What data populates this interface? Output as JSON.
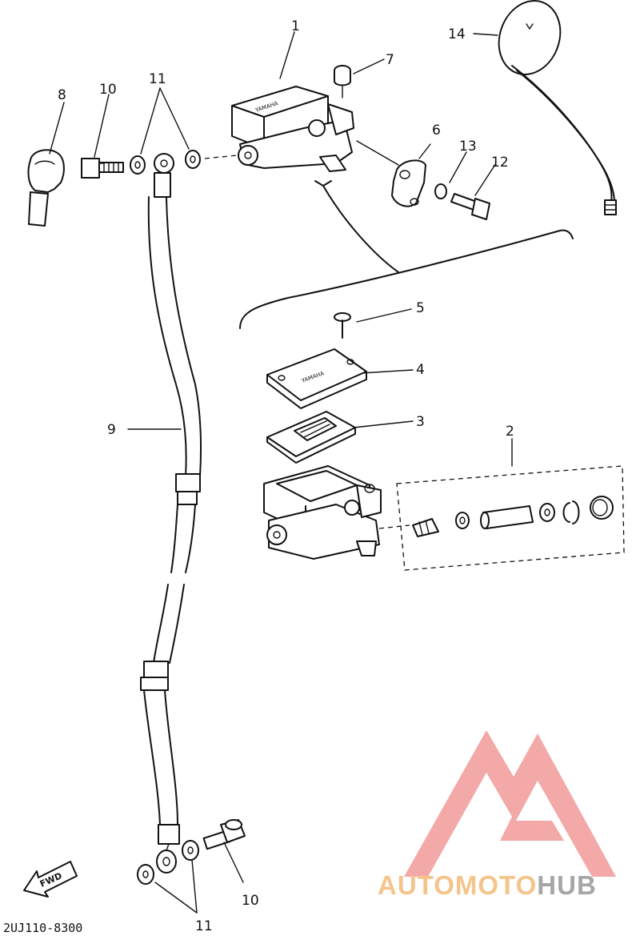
{
  "diagram_code": "2UJ110-8300",
  "fwd_label": "FWD",
  "stamp_text": "YAMAHA",
  "part_numbers": {
    "p1": "1",
    "p2": "2",
    "p3": "3",
    "p4": "4",
    "p5": "5",
    "p6": "6",
    "p7": "7",
    "p8": "8",
    "p9": "9",
    "p10_top": "10",
    "p10_bottom": "10",
    "p11_top": "11",
    "p11_bottom": "11",
    "p12": "12",
    "p13": "13",
    "p14": "14"
  },
  "watermark": {
    "text_part1": "AUTOMOTO",
    "text_part2": "HUB",
    "color_part1": "#f5c48a",
    "color_part2": "#a6a6a6",
    "logo_color": "#f29a9a"
  }
}
